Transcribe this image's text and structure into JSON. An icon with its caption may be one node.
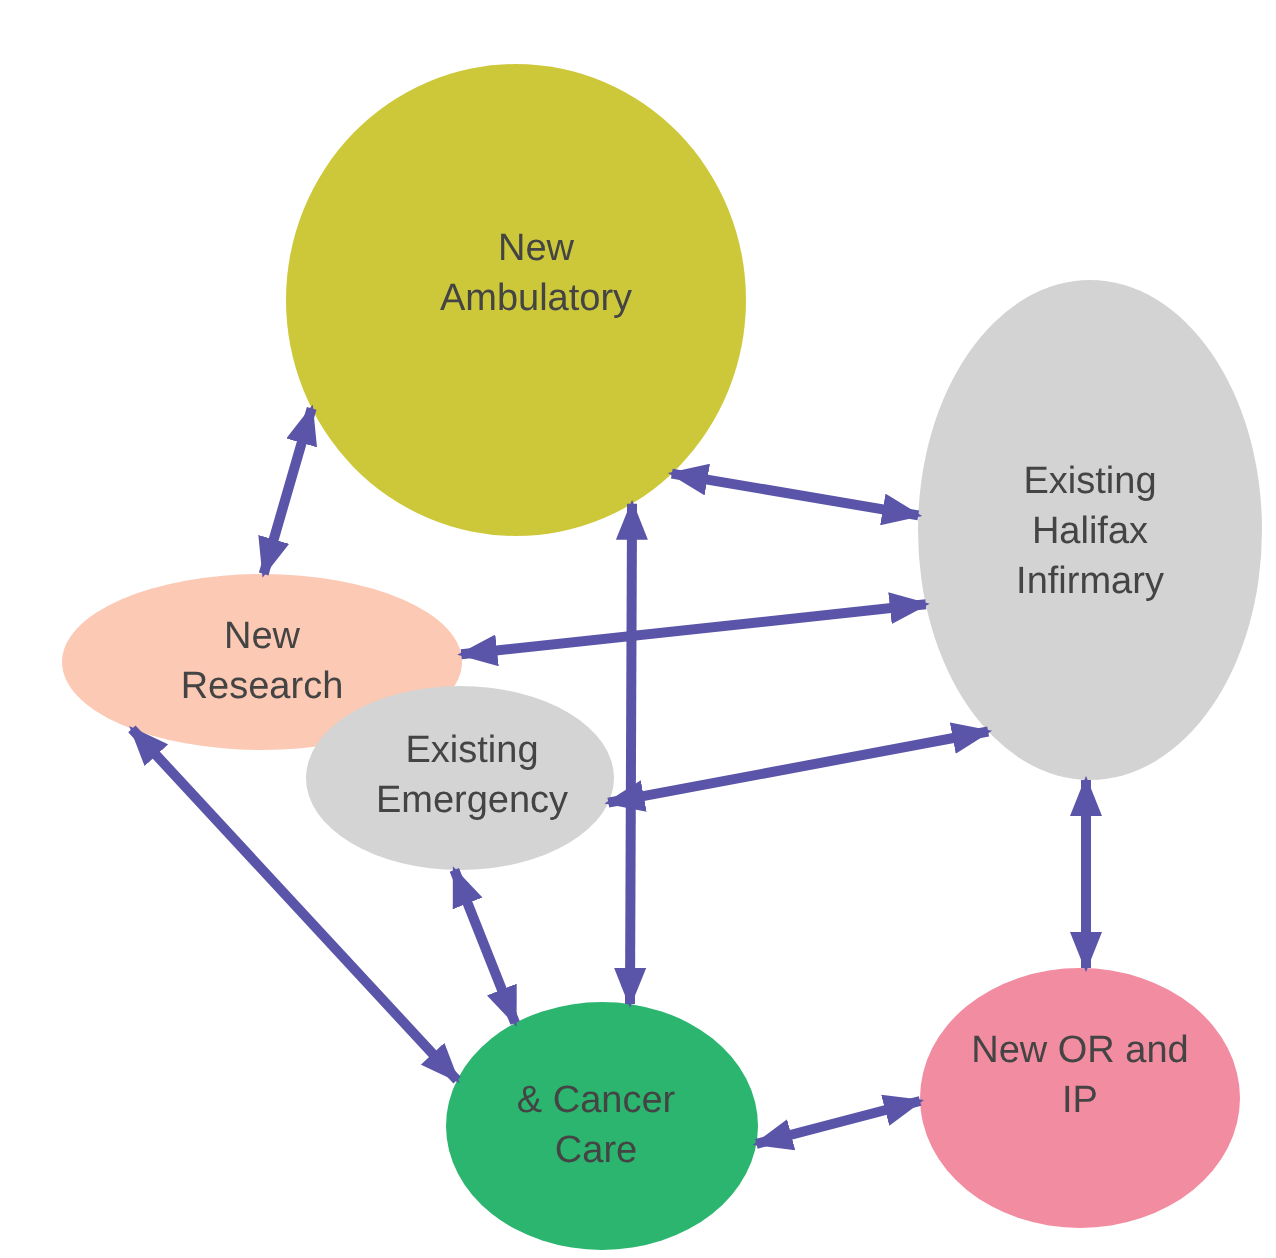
{
  "diagram": {
    "nodes": [
      {
        "text": [
          "New Ambulatory"
        ]
      },
      {
        "text": [
          "Existing Halifax Infirmary"
        ]
      },
      {
        "text": [
          "New Research"
        ]
      },
      {
        "text": [
          "Existing Emergency"
        ]
      },
      {
        "text": [
          "& Cancer Care"
        ]
      },
      {
        "text": [
          "New OR and IP"
        ]
      }
    ],
    "edges": [
      {
        "from": 0,
        "to": 1,
        "arrow": "both"
      },
      {
        "from": 0,
        "to": 2,
        "arrow": "both"
      },
      {
        "from": 0,
        "to": 4,
        "arrow": "both"
      },
      {
        "from": 1,
        "to": 2,
        "arrow": "both"
      },
      {
        "from": 1,
        "to": 3,
        "arrow": "both"
      },
      {
        "from": 1,
        "to": 5,
        "arrow": "both"
      },
      {
        "from": 2,
        "to": 4,
        "arrow": "both"
      },
      {
        "from": 3,
        "to": 4,
        "arrow": "both"
      },
      {
        "from": 4,
        "to": 5,
        "arrow": "both"
      }
    ]
  }
}
